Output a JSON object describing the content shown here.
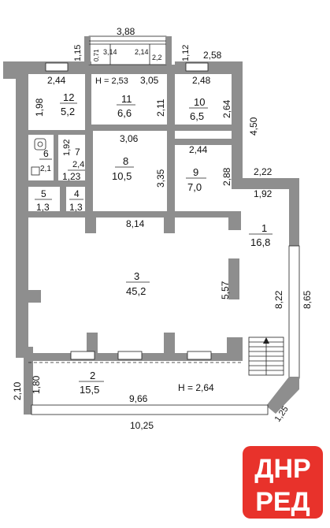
{
  "rooms": [
    {
      "num": "12",
      "area": "5,2"
    },
    {
      "num": "11",
      "area": "6,6"
    },
    {
      "num": "10",
      "area": "6,5"
    },
    {
      "num": "6",
      "area": "2,1"
    },
    {
      "num": "7",
      "area": "1,23"
    },
    {
      "num": "8",
      "area": "10,5"
    },
    {
      "num": "9",
      "area": "7,0"
    },
    {
      "num": "5",
      "area": "1,3"
    },
    {
      "num": "4",
      "area": "1,3"
    },
    {
      "num": "1",
      "area": "16,8"
    },
    {
      "num": "3",
      "area": "45,2"
    },
    {
      "num": "2",
      "area": "15,5"
    }
  ],
  "dimensions": {
    "top_388": "3,88",
    "top_115": "1,15",
    "top_071": "0,71",
    "top_314": "3,14",
    "top_214": "2,14",
    "top_22": "2,2",
    "top_112": "1,12",
    "top_258": "2,58",
    "r12_w": "2,44",
    "r12_h": "1,98",
    "r11_w": "3,05",
    "r11_h": "2,11",
    "r10_w": "2,48",
    "r10_h": "2,64",
    "right_450": "4,50",
    "r8_w": "3,06",
    "r8_h": "3,35",
    "r9_w": "2,44",
    "r9_h": "2,88",
    "r7_h": "1,92",
    "r7_w": "2,4",
    "r1_222": "2,22",
    "r1_192": "1,92",
    "mid_814": "8,14",
    "r3_557": "5,57",
    "r1_822": "8,22",
    "right_865": "8,65",
    "left_210": "2,10",
    "left_180": "1,80",
    "bottom_966": "9,66",
    "bottom_1025": "10,25",
    "corner_125": "1,25"
  },
  "heights": {
    "upper": "H = 2,53",
    "lower": "H = 2,64"
  },
  "watermark": {
    "line1": "ДНР",
    "line2": "РЕД",
    "color_bg": "#e8322b",
    "color_text": "#ffffff"
  },
  "colors": {
    "wall": "#8e8e8e"
  }
}
